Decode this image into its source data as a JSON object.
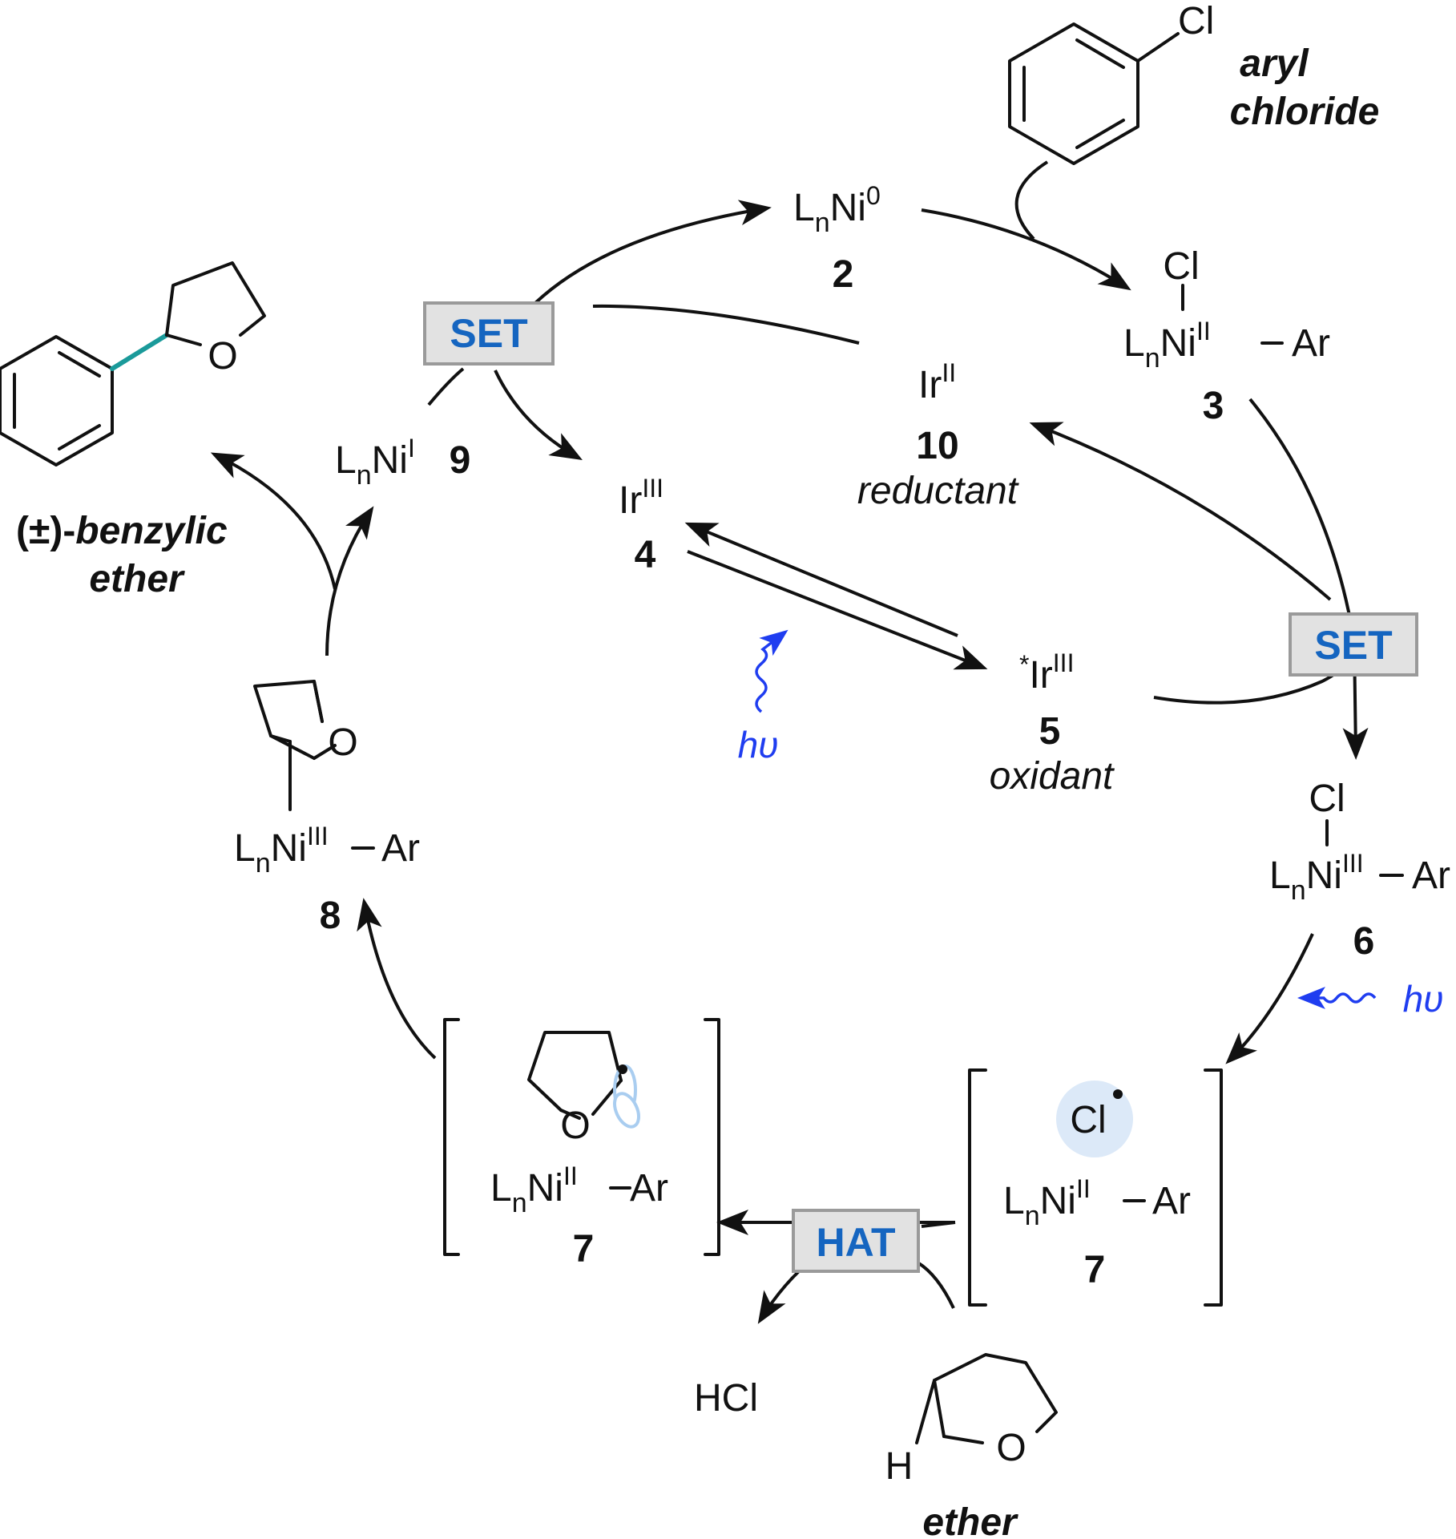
{
  "colors": {
    "ink": "#111111",
    "box_fill": "#e2e2e2",
    "box_stroke": "#9a9a9a",
    "box_text": "#1565c0",
    "light_blue": "#1f3df0",
    "new_bond": "#1a9a9a",
    "radical_halo": "#dce9f8",
    "orbital": "#a9cdf0"
  },
  "icons": [
    "tetrahydrofuran-ring-icon",
    "benzene-ring-icon",
    "wavy-light-arrow-icon",
    "p-orbital-icon",
    "radical-dot-icon"
  ],
  "boxes": {
    "set_left": "SET",
    "set_right": "SET",
    "hat": "HAT"
  },
  "light": "hυ",
  "species": {
    "aryl_chloride": {
      "l1": "aryl",
      "l2": "chloride",
      "cl": "Cl"
    },
    "ni0": {
      "L": "L",
      "n": "n",
      "Ni": "Ni",
      "ox": "0",
      "num": "2"
    },
    "ni_ii_3": {
      "Cl": "Cl",
      "L": "L",
      "n": "n",
      "Ni": "Ni",
      "ox": "II",
      "ar": "Ar",
      "num": "3"
    },
    "ir_ii": {
      "Ir": "Ir",
      "ox": "II",
      "num": "10",
      "role": "reductant"
    },
    "ir_iii": {
      "Ir": "Ir",
      "ox": "III",
      "num": "4"
    },
    "ir_star": {
      "star": "*",
      "Ir": "Ir",
      "ox": "III",
      "num": "5",
      "role": "oxidant"
    },
    "ni_iii_6": {
      "Cl": "Cl",
      "L": "L",
      "n": "n",
      "Ni": "Ni",
      "ox": "III",
      "ar": "Ar",
      "num": "6"
    },
    "pair_right": {
      "Cl": "Cl",
      "L": "L",
      "n": "n",
      "Ni": "Ni",
      "ox": "II",
      "ar": "Ar",
      "num": "7"
    },
    "pair_left": {
      "O": "O",
      "L": "L",
      "n": "n",
      "Ni": "Ni",
      "ox": "II",
      "ar": "Ar",
      "num": "7"
    },
    "ni_iii_8": {
      "O": "O",
      "L": "L",
      "n": "n",
      "Ni": "Ni",
      "ox": "III",
      "ar": "Ar",
      "num": "8"
    },
    "ni_i": {
      "L": "L",
      "n": "n",
      "Ni": "Ni",
      "ox": "I",
      "num": "9"
    },
    "product": {
      "O": "O",
      "l1": "(±)-",
      "l1b": "benzylic",
      "l2": "ether"
    },
    "ether": {
      "H": "H",
      "O": "O",
      "label": "ether"
    },
    "hcl": "HCl"
  }
}
